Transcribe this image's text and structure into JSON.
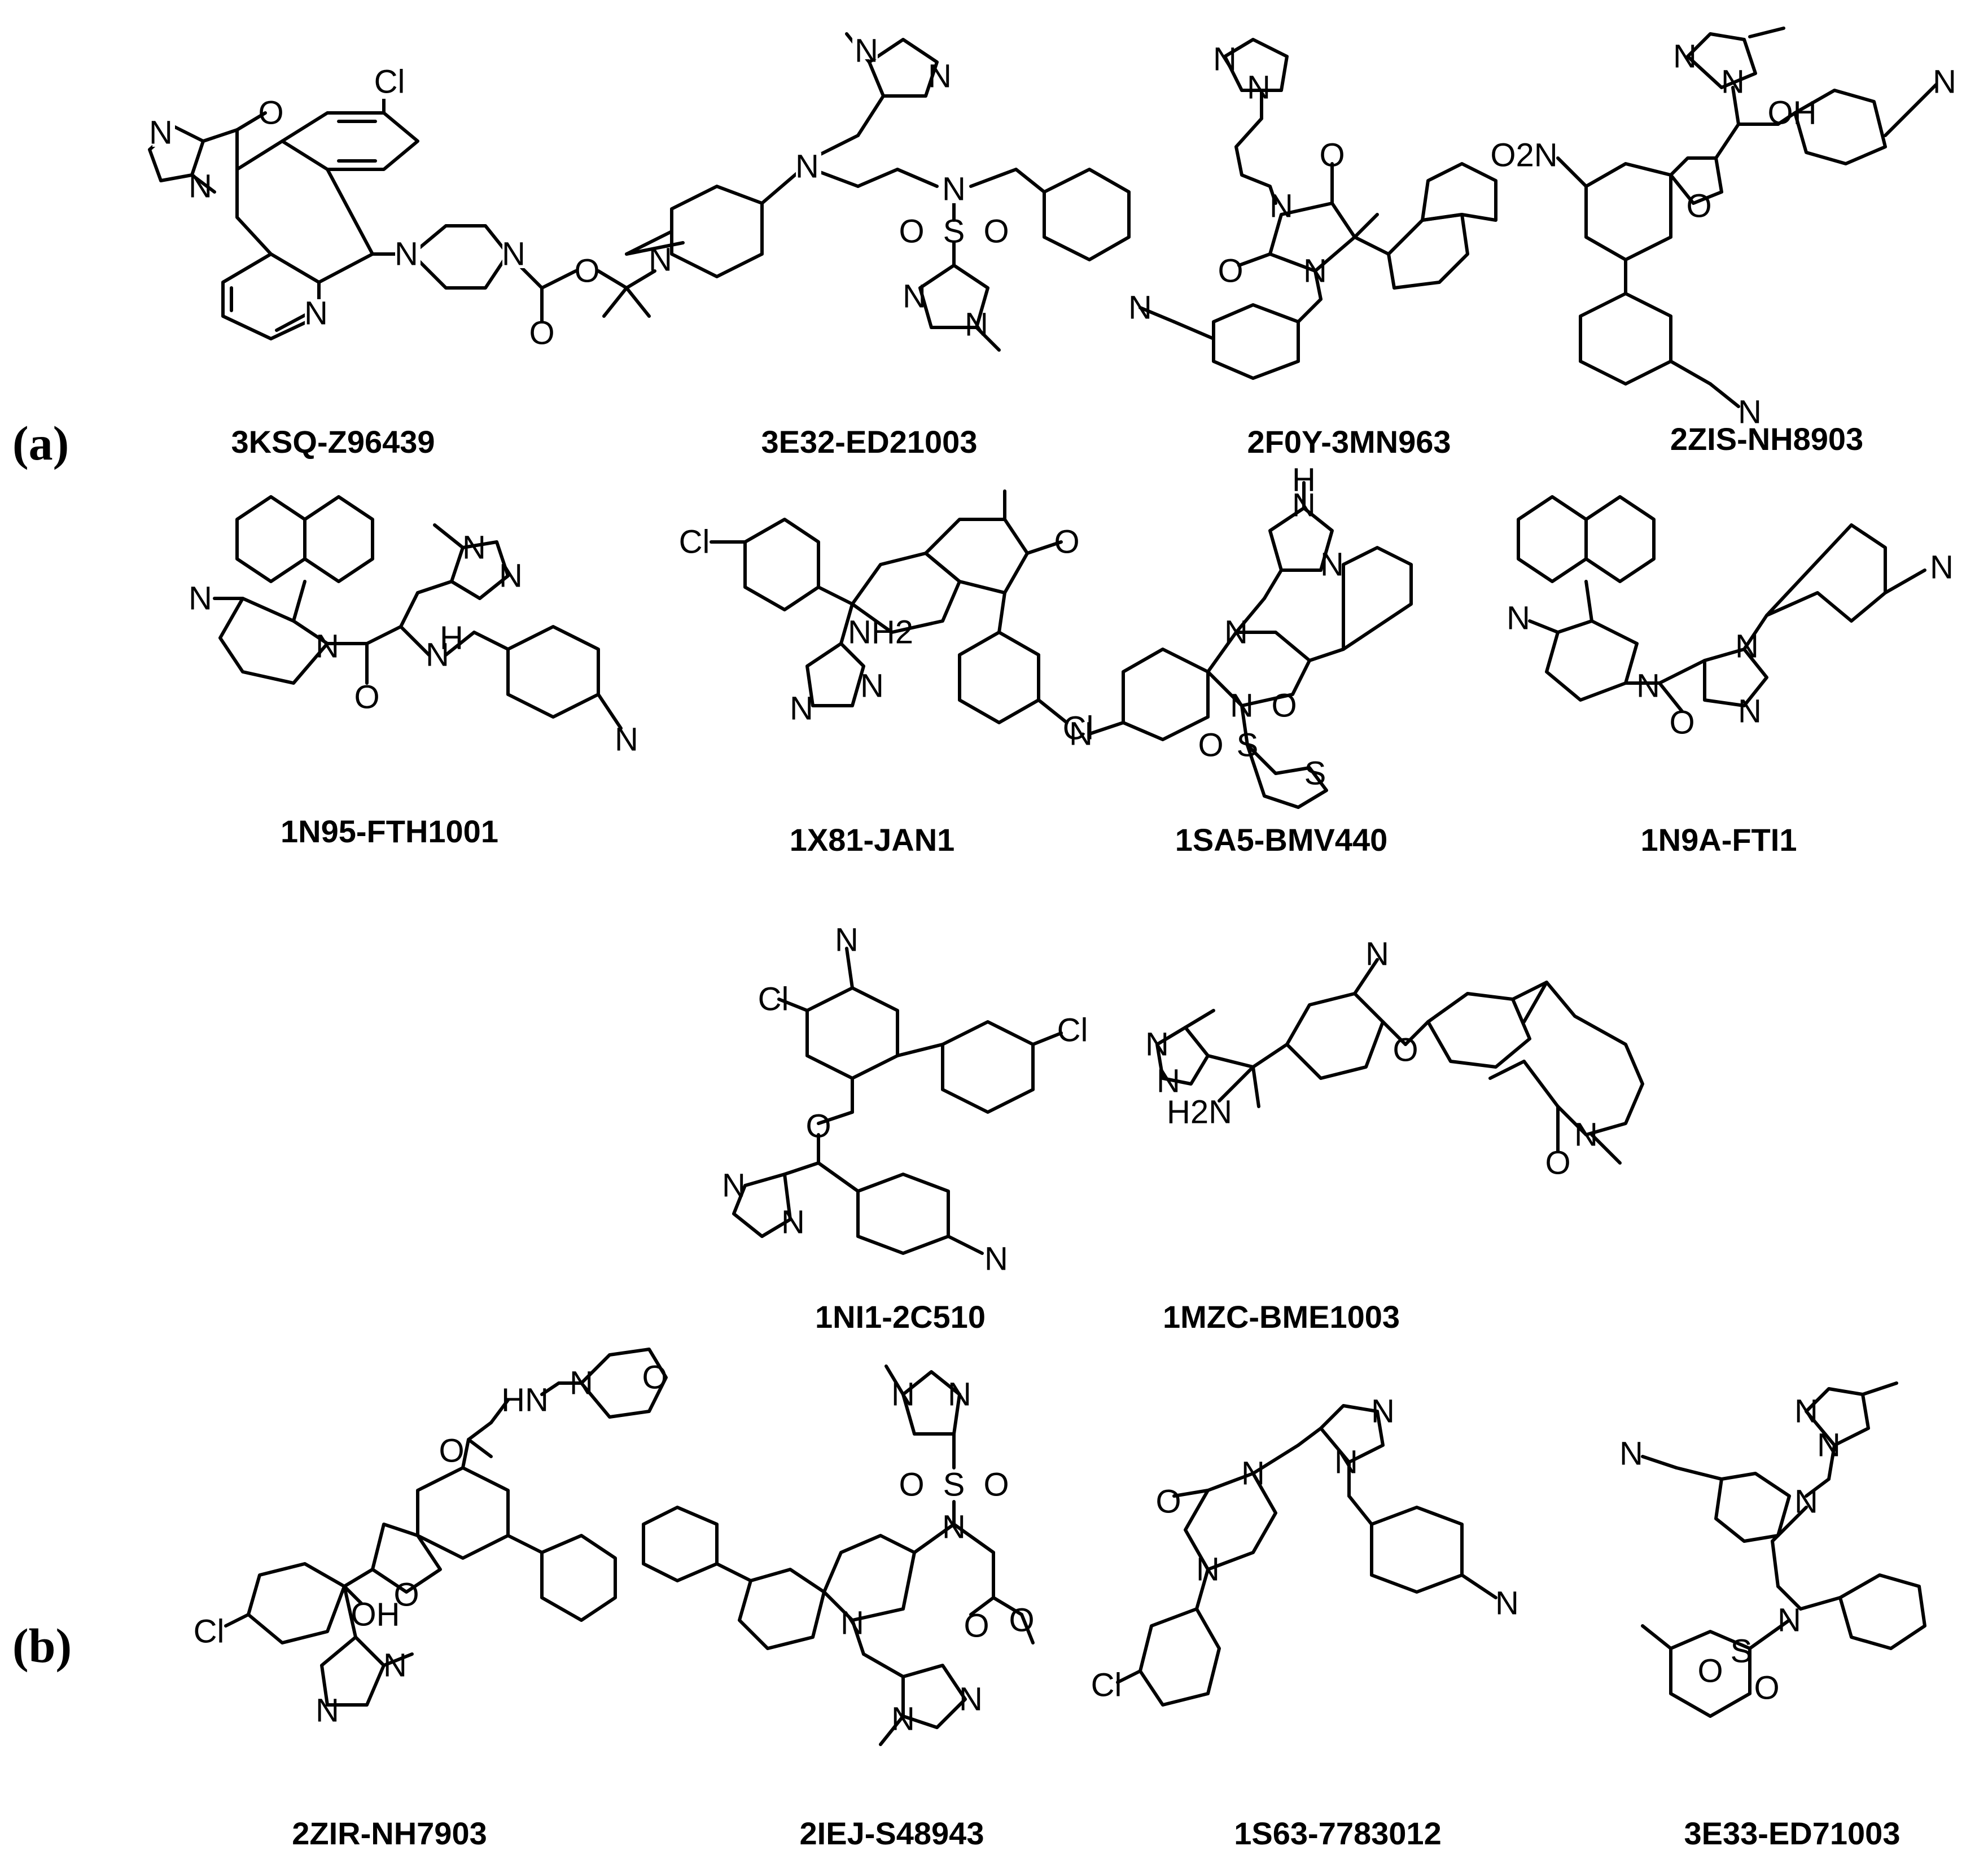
{
  "panels": {
    "a": "(a)",
    "b": "(b)"
  },
  "compounds": [
    {
      "id": "3KSQ-Z96439"
    },
    {
      "id": "3E32-ED21003"
    },
    {
      "id": "2F0Y-3MN963"
    },
    {
      "id": "2ZIS-NH8903"
    },
    {
      "id": "1N95-FTH1001"
    },
    {
      "id": "1X81-JAN1"
    },
    {
      "id": "1SA5-BMV440"
    },
    {
      "id": "1N9A-FTI1"
    },
    {
      "id": "1NI1-2C510"
    },
    {
      "id": "1MZC-BME1003"
    },
    {
      "id": "2ZIR-NH7903"
    },
    {
      "id": "2IEJ-S48943"
    },
    {
      "id": "1S63-7783012"
    },
    {
      "id": "3E33-ED71003"
    }
  ],
  "atom_labels": [
    "N",
    "O",
    "S",
    "Cl",
    "OH",
    "NH2",
    "H2N",
    "NH",
    "HN",
    "H",
    "O2N"
  ]
}
